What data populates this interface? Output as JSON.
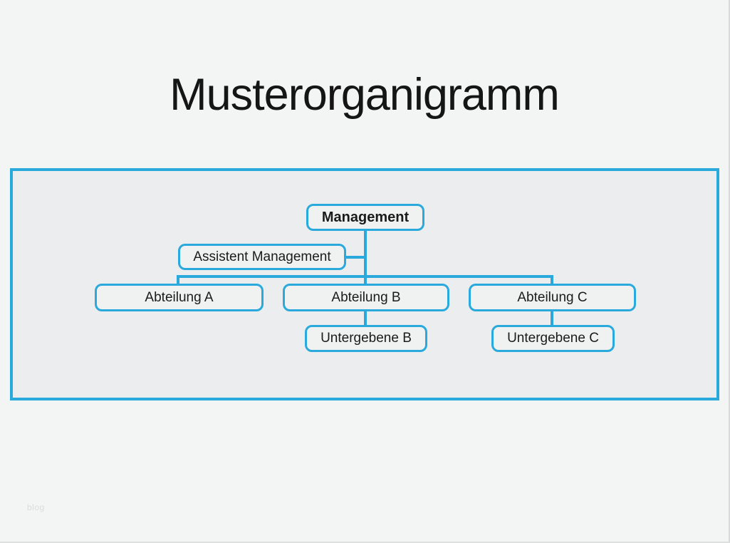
{
  "page": {
    "title": "Musterorganigramm",
    "watermark": "blog"
  },
  "colors": {
    "accent_cyan": "#29A9DC",
    "page_background": "#F3F4F4",
    "panel_background": "#ECEDEE",
    "node_background": "#F0F1F1",
    "text": "#1B1B1B",
    "watermark_text": "#DBDCDD"
  },
  "org_chart": {
    "nodes": [
      {
        "id": "management",
        "label": "Management"
      },
      {
        "id": "assistent-management",
        "label": "Assistent Management"
      },
      {
        "id": "abteilung-a",
        "label": "Abteilung A"
      },
      {
        "id": "abteilung-b",
        "label": "Abteilung B"
      },
      {
        "id": "abteilung-c",
        "label": "Abteilung C"
      },
      {
        "id": "untergebene-b",
        "label": "Untergebene B"
      },
      {
        "id": "untergebene-c",
        "label": "Untergebene C"
      }
    ],
    "edges": [
      {
        "from": "Management",
        "to": "Assistent Management"
      },
      {
        "from": "Management",
        "to": "Abteilung A"
      },
      {
        "from": "Management",
        "to": "Abteilung B"
      },
      {
        "from": "Management",
        "to": "Abteilung C"
      },
      {
        "from": "Abteilung B",
        "to": "Untergebene B"
      },
      {
        "from": "Abteilung C",
        "to": "Untergebene C"
      }
    ]
  }
}
